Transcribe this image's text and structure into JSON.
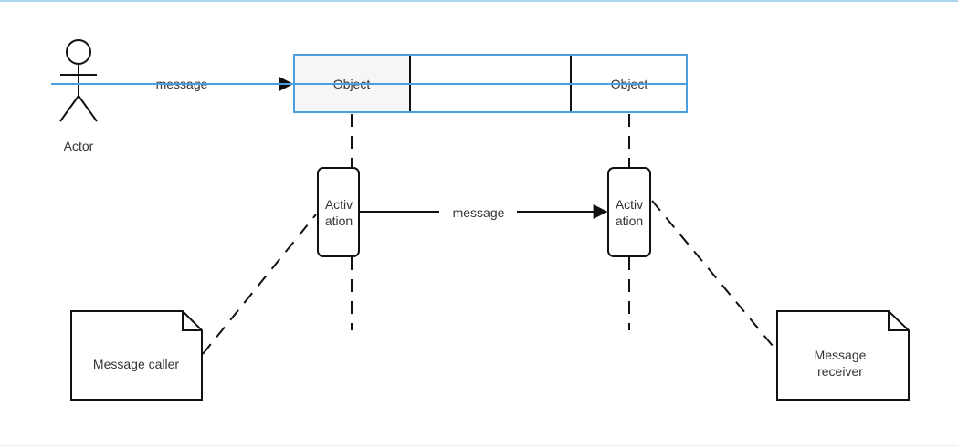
{
  "diagram": {
    "actor": {
      "label": "Actor"
    },
    "actor_message": {
      "label": "message"
    },
    "objects": [
      {
        "label": "Object"
      },
      {
        "label": "Object"
      }
    ],
    "activations": [
      {
        "line1": "Activ",
        "line2": "ation"
      },
      {
        "line1": "Activ",
        "line2": "ation"
      }
    ],
    "activation_message": {
      "label": "message"
    },
    "notes": [
      {
        "line1": "Message caller",
        "line2": ""
      },
      {
        "line1": "Message",
        "line2": "receiver"
      }
    ],
    "colors": {
      "selection": "#4a9fe0",
      "selected_fill": "#f6f6f6",
      "stroke": "#111111",
      "text": "#333333"
    }
  }
}
